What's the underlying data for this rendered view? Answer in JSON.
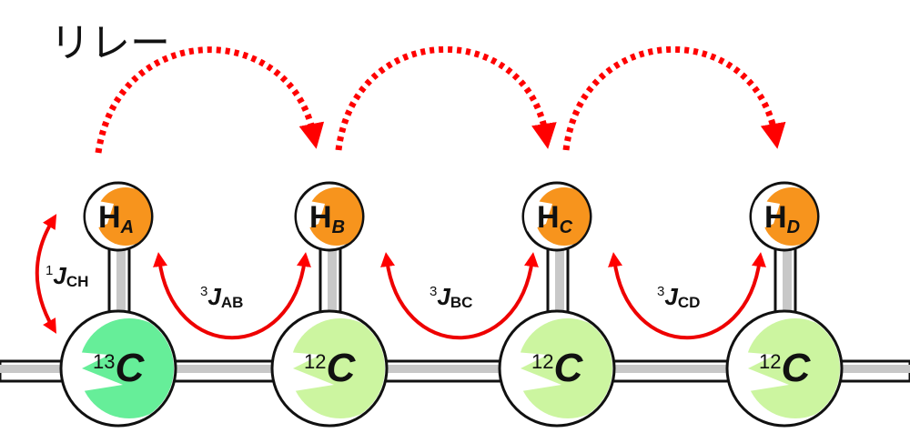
{
  "title": "リレー",
  "colors": {
    "arrow": "#ff0000",
    "hydrogen": "#f7941d",
    "carbon13": "#66ee99",
    "carbon12": "#ccf5a0",
    "bond": "#c8c8c8"
  },
  "hydrogens": [
    {
      "symbol": "H",
      "subscript": "A"
    },
    {
      "symbol": "H",
      "subscript": "B"
    },
    {
      "symbol": "H",
      "subscript": "C"
    },
    {
      "symbol": "H",
      "subscript": "D"
    }
  ],
  "carbons": [
    {
      "isotope": "13",
      "symbol": "C"
    },
    {
      "isotope": "12",
      "symbol": "C"
    },
    {
      "isotope": "12",
      "symbol": "C"
    },
    {
      "isotope": "12",
      "symbol": "C"
    }
  ],
  "couplings": [
    {
      "order": "1",
      "symbol": "J",
      "subscript": "CH"
    },
    {
      "order": "3",
      "symbol": "J",
      "subscript": "AB"
    },
    {
      "order": "3",
      "symbol": "J",
      "subscript": "BC"
    },
    {
      "order": "3",
      "symbol": "J",
      "subscript": "CD"
    }
  ]
}
